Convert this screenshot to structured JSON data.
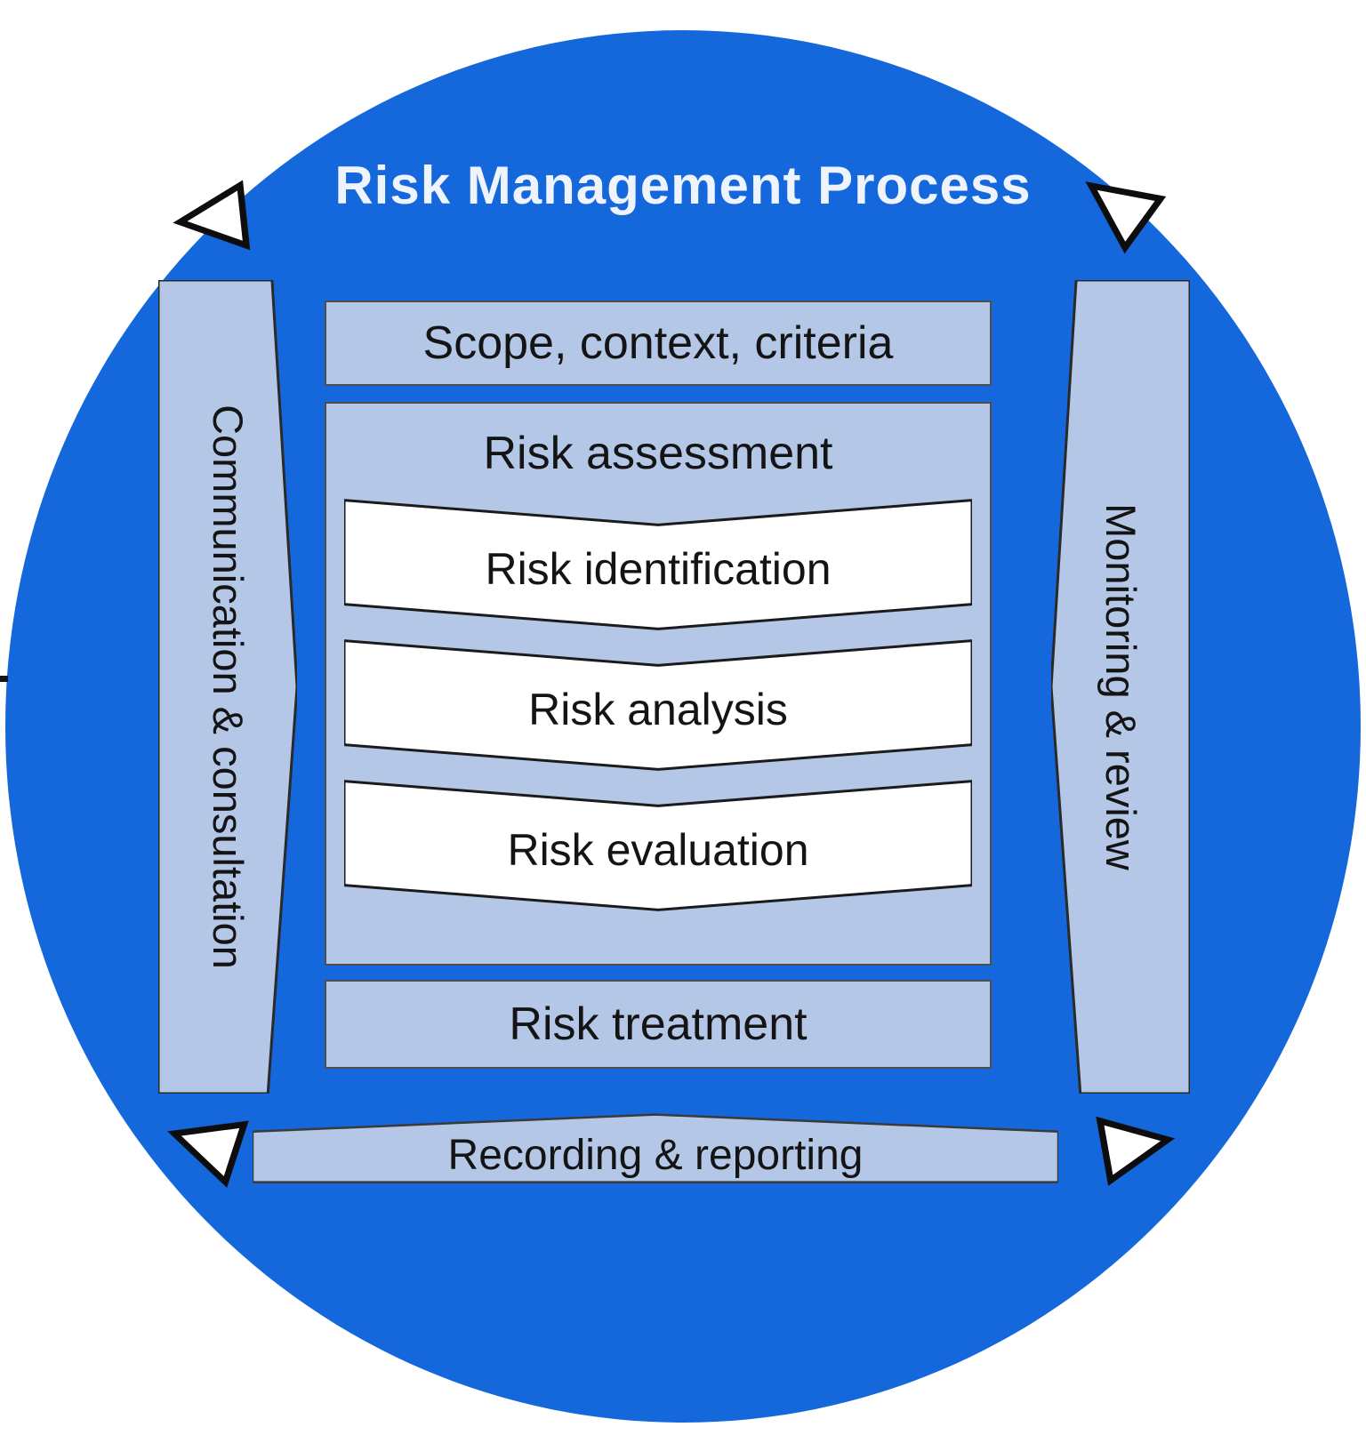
{
  "title": "Risk Management Process",
  "bars": {
    "left": "Communication & consultation",
    "right": "Monitoring & review",
    "bottom": "Recording & reporting"
  },
  "process": {
    "scope": "Scope, context, criteria",
    "assessment_label": "Risk assessment",
    "assessment_steps": [
      "Risk identification",
      "Risk analysis",
      "Risk evaluation"
    ],
    "treatment": "Risk treatment"
  },
  "icons": {
    "corner_arrows": [
      "cycle-arrow-top-left",
      "cycle-arrow-top-right",
      "cycle-arrow-bottom-left",
      "cycle-arrow-bottom-right"
    ]
  },
  "colors": {
    "circle_blue": "#1468db",
    "panel_blue": "#b4c7e7",
    "step_white": "#ffffff",
    "outline_dark": "#2a2a2a",
    "title_text": "#eef3fc",
    "body_text": "#141414"
  }
}
